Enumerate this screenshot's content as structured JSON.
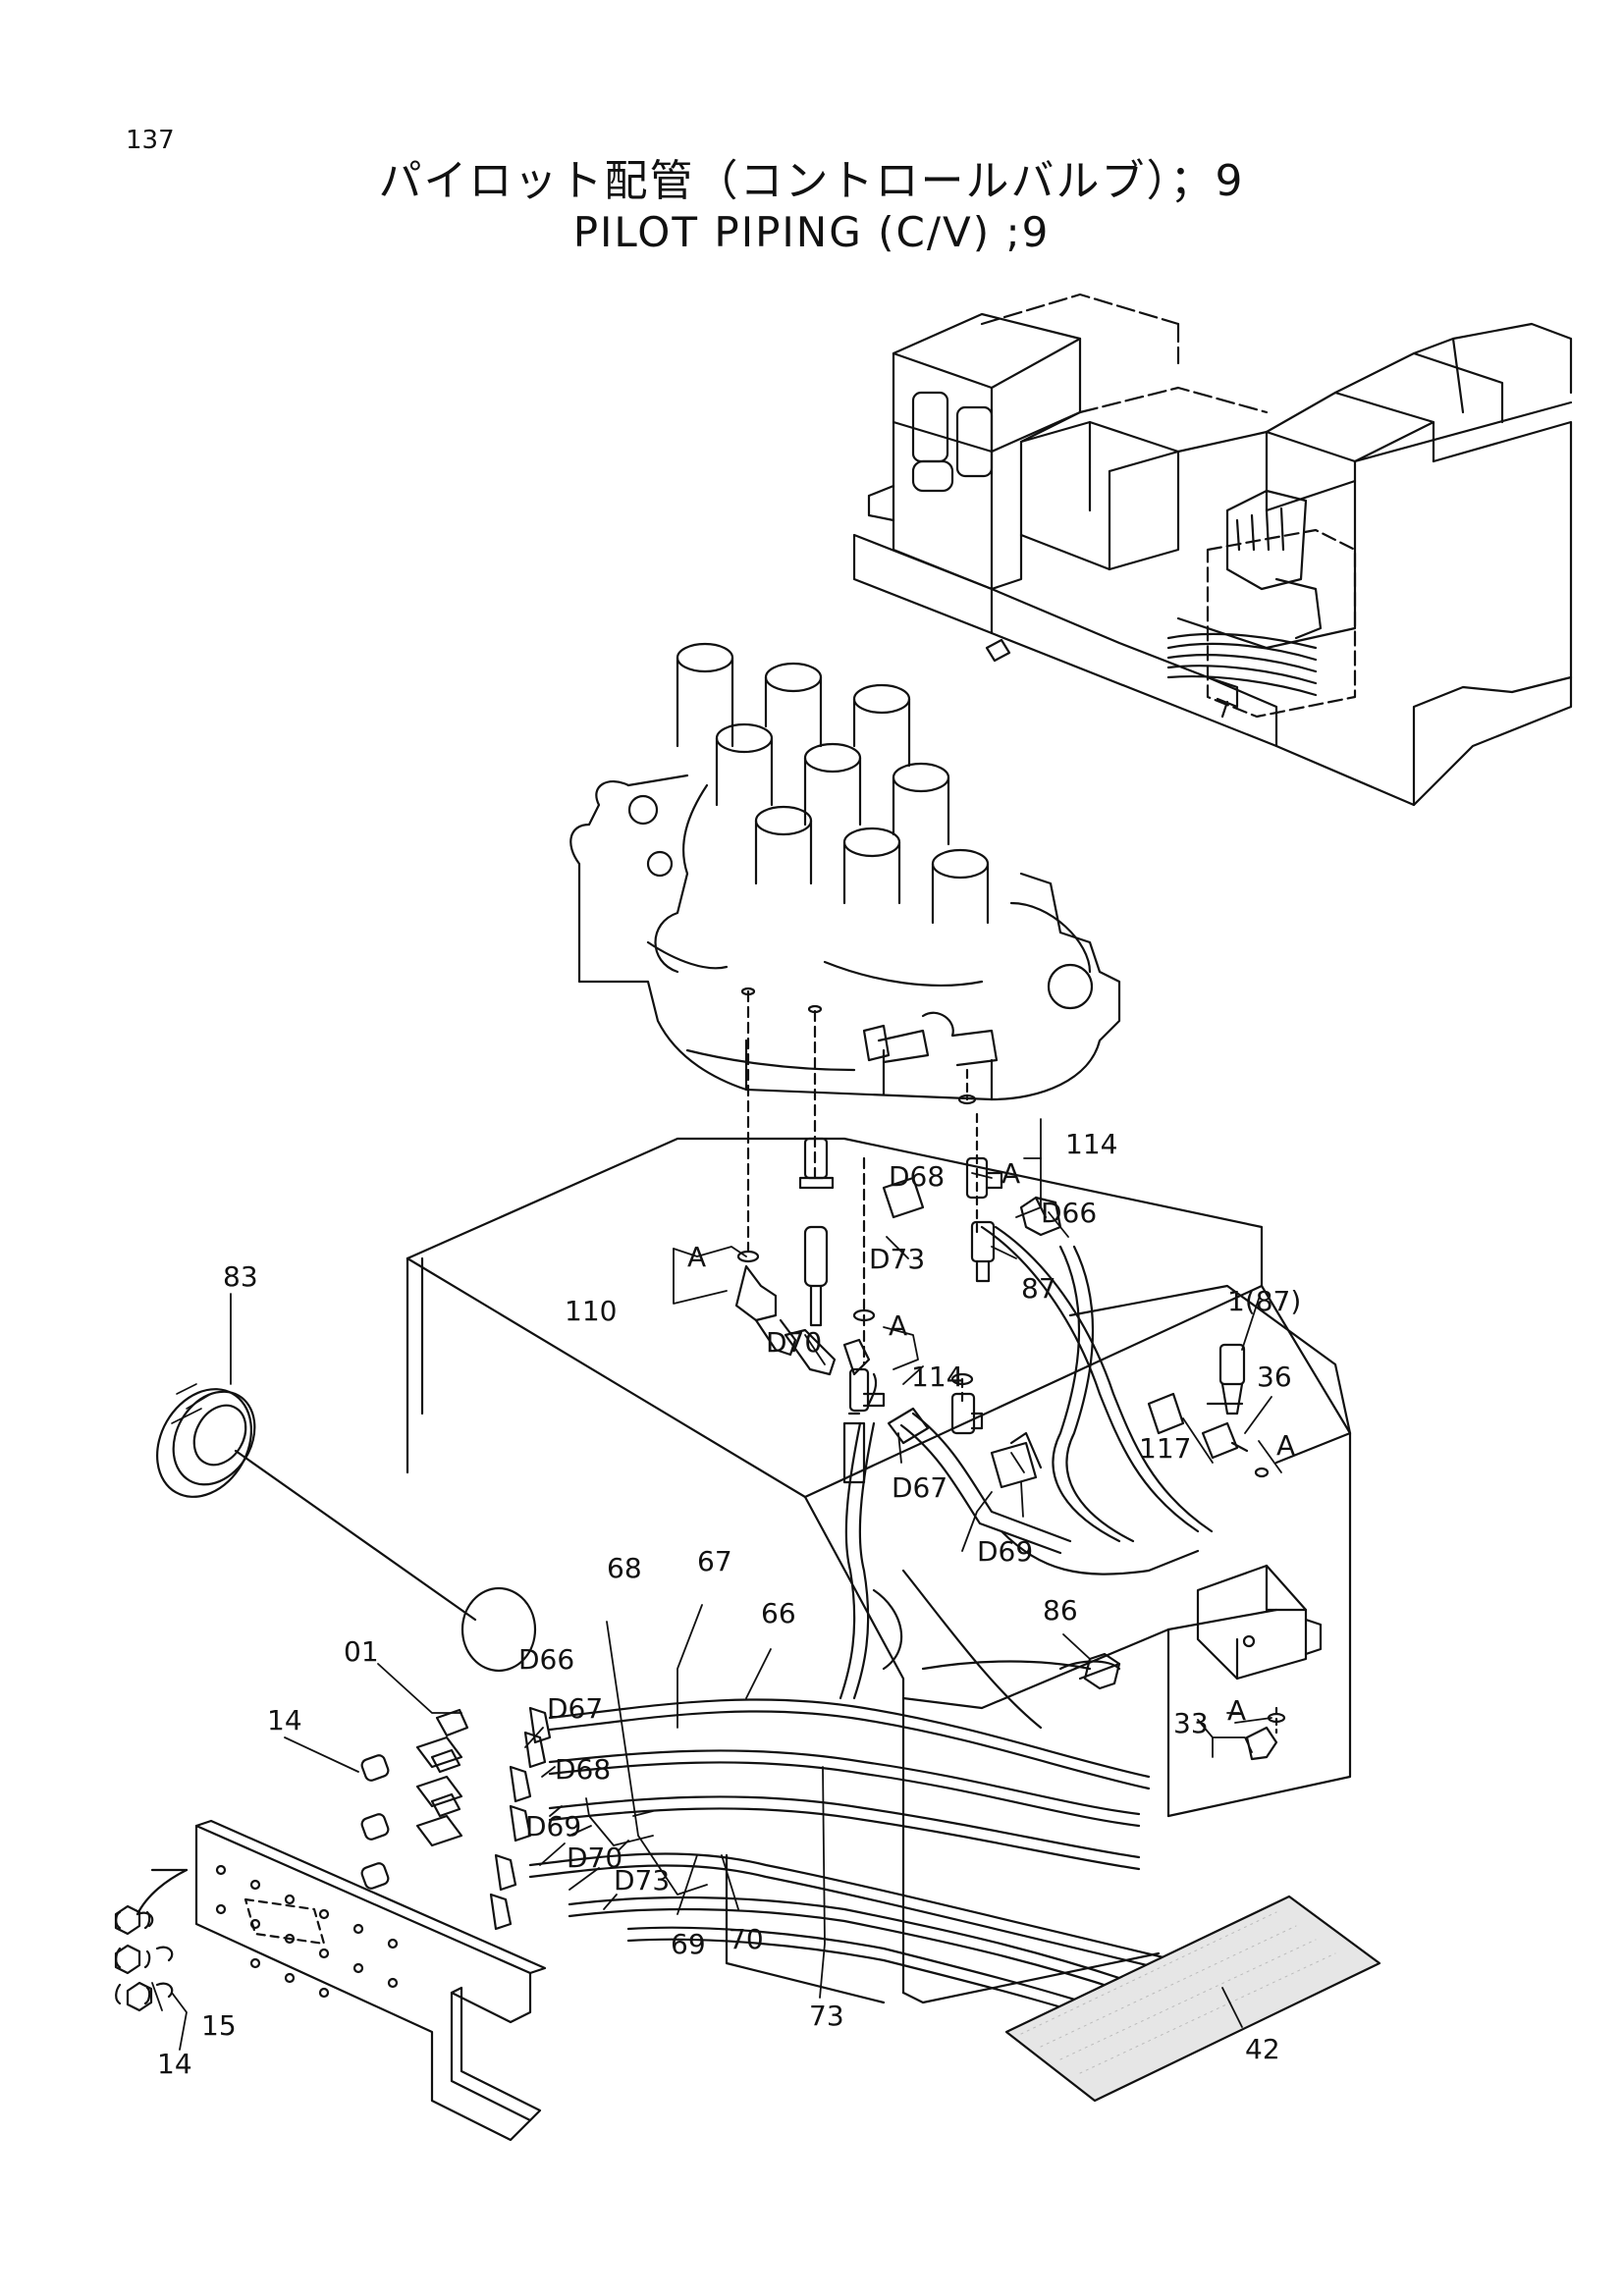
{
  "page_number": "137",
  "title_jp": "パイロット配管（コントロールバルブ）；9",
  "title_en": "PILOT PIPING (C/V) ;9",
  "callouts": {
    "c01": "01",
    "c14a": "14",
    "c14b": "14",
    "c15": "15",
    "c33": "33",
    "c36": "36",
    "c42": "42",
    "c66": "66",
    "c67": "67",
    "c68": "68",
    "c69": "69",
    "c70": "70",
    "c73": "73",
    "c83": "83",
    "c86": "86",
    "c87": "87",
    "c87p": "1(87)",
    "c110": "110",
    "c114a": "114",
    "c114b": "114",
    "c117": "117",
    "d66a": "D66",
    "d66b": "D66",
    "d67a": "D67",
    "d67b": "D67",
    "d68a": "D68",
    "d68b": "D68",
    "d69a": "D69",
    "d69b": "D69",
    "d70a": "D70",
    "d70b": "D70",
    "d73a": "D73",
    "d73b": "D73",
    "a1": "A",
    "a2": "A",
    "a3": "A",
    "a4": "A",
    "a5": "A"
  }
}
